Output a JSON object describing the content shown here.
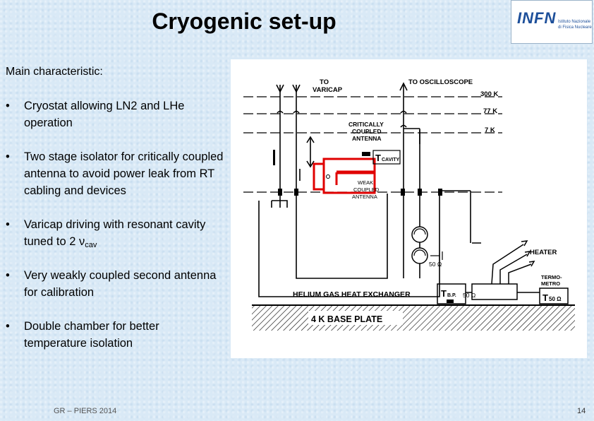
{
  "slide": {
    "title": "Cryogenic set-up",
    "heading": "Main characteristic:",
    "bullets": [
      {
        "text": "Cryostat allowing LN2 and LHe operation"
      },
      {
        "text": "Two stage isolator for critically coupled antenna to avoid power leak from RT cabling and devices"
      },
      {
        "text": "Varicap driving with resonant cavity tuned to 2 ",
        "symbol": "ν",
        "subscript": "cav"
      },
      {
        "text": "Very weakly coupled second antenna for calibration"
      },
      {
        "text": "Double chamber for better temperature isolation"
      }
    ],
    "footer": "GR – PIERS 2014",
    "page_number": "14"
  },
  "logo": {
    "mark": "INFN",
    "subtitle_line1": "Istituto Nazionale",
    "subtitle_line2": "di Fisica Nucleare"
  },
  "diagram": {
    "labels": {
      "to_varicap_1": "TO",
      "to_varicap_2": "VARICAP",
      "to_oscilloscope": "TO OSCILLOSCOPE",
      "t300": "300 K",
      "t77": "77 K",
      "t7": "7 K",
      "critical_1": "CRITICALLY",
      "critical_2": "COUPLED",
      "critical_3": "ANTENNA",
      "t_cavity_t": "T",
      "t_cavity_sub": "CAVITY",
      "weak_1": "WEAK",
      "weak_2": "COUPLED",
      "weak_3": "ANTENNA",
      "r50a": "50 Ω",
      "heater": "HEATER",
      "termo_1": "TERMO-",
      "termo_2": "METRO",
      "exchanger": "HELIUM  GAS  HEAT  EXCHANGER",
      "tbp_t": "T",
      "tbp_sub": "B.P.",
      "r50b": "50 Ω",
      "t50_t": "T",
      "t50_sub": "50 Ω",
      "base_plate": "4 K   BASE  PLATE"
    }
  },
  "colors": {
    "accent_red": "#e00000",
    "background": "#d9e9f6",
    "logo_blue": "#1d4f9a"
  }
}
